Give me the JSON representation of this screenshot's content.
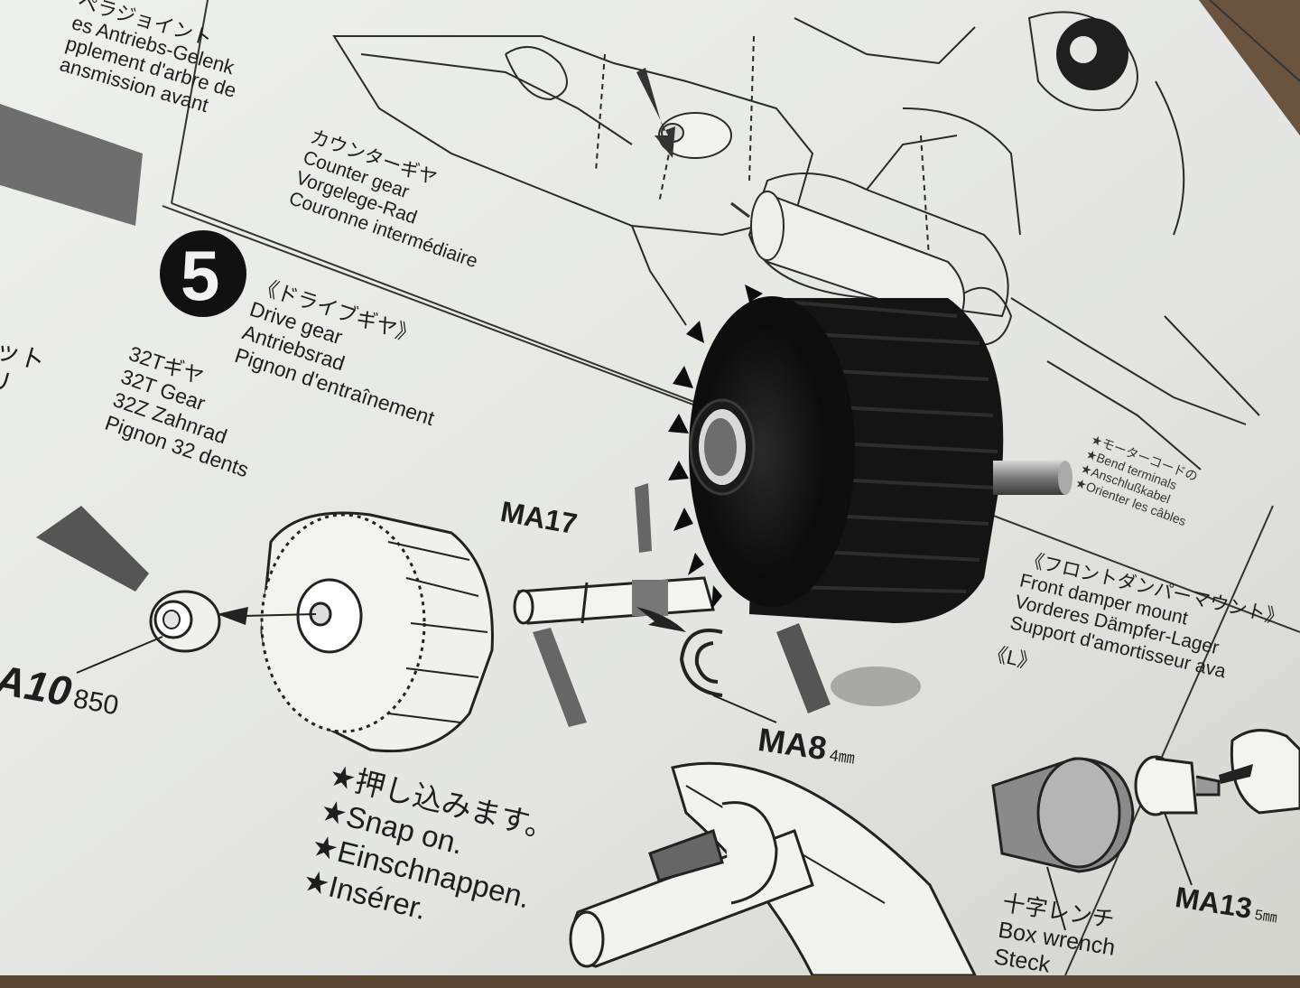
{
  "top_left_text": [
    "ペラジョイント",
    "es Antriebs-Gelenk",
    "pplement d'arbre de",
    "ansmission avant"
  ],
  "counter_gear": [
    "カウンターギヤ",
    "Counter gear",
    "Vorgelege-Rad",
    "Couronne intermédiaire"
  ],
  "step_number": "5",
  "drive_gear": [
    "《ドライブギヤ》",
    "Drive gear",
    "Antriebsrad",
    "Pignon d'entraînement"
  ],
  "gear_32t": [
    "32Tギヤ",
    "32T Gear",
    "32Z Zahnrad",
    "Pignon 32 dents"
  ],
  "part_ma17": "MA17",
  "part_ma10": "A10",
  "part_ma10_size": "850",
  "part_ma8": "MA8",
  "part_ma8_size": "4㎜",
  "snap_on": [
    "★押し込みます。",
    "★Snap on.",
    "★Einschnappen.",
    "★Insérer."
  ],
  "front_damper": [
    "《フロントダンパーマウント》",
    "Front damper mount",
    "Vorderes Dämpfer-Lager",
    "Support d'amortisseur ava"
  ],
  "left_mark": "《L》",
  "box_wrench": [
    "十字レンチ",
    "Box wrench",
    "Steck"
  ],
  "part_ma13": "MA13",
  "part_ma13_size": "5㎜",
  "right_notes": [
    "★モーターコードの",
    "★Bend terminals",
    "★Anschlußkabel",
    "★Orienter les câbles"
  ],
  "left_edge_text": [
    "ット",
    "リ"
  ],
  "colors": {
    "paper": "#e8e9e6",
    "ink": "#1e1e1e",
    "gray_band": "#6e6e6e",
    "table": "#5b4634",
    "gear": "#131313"
  }
}
